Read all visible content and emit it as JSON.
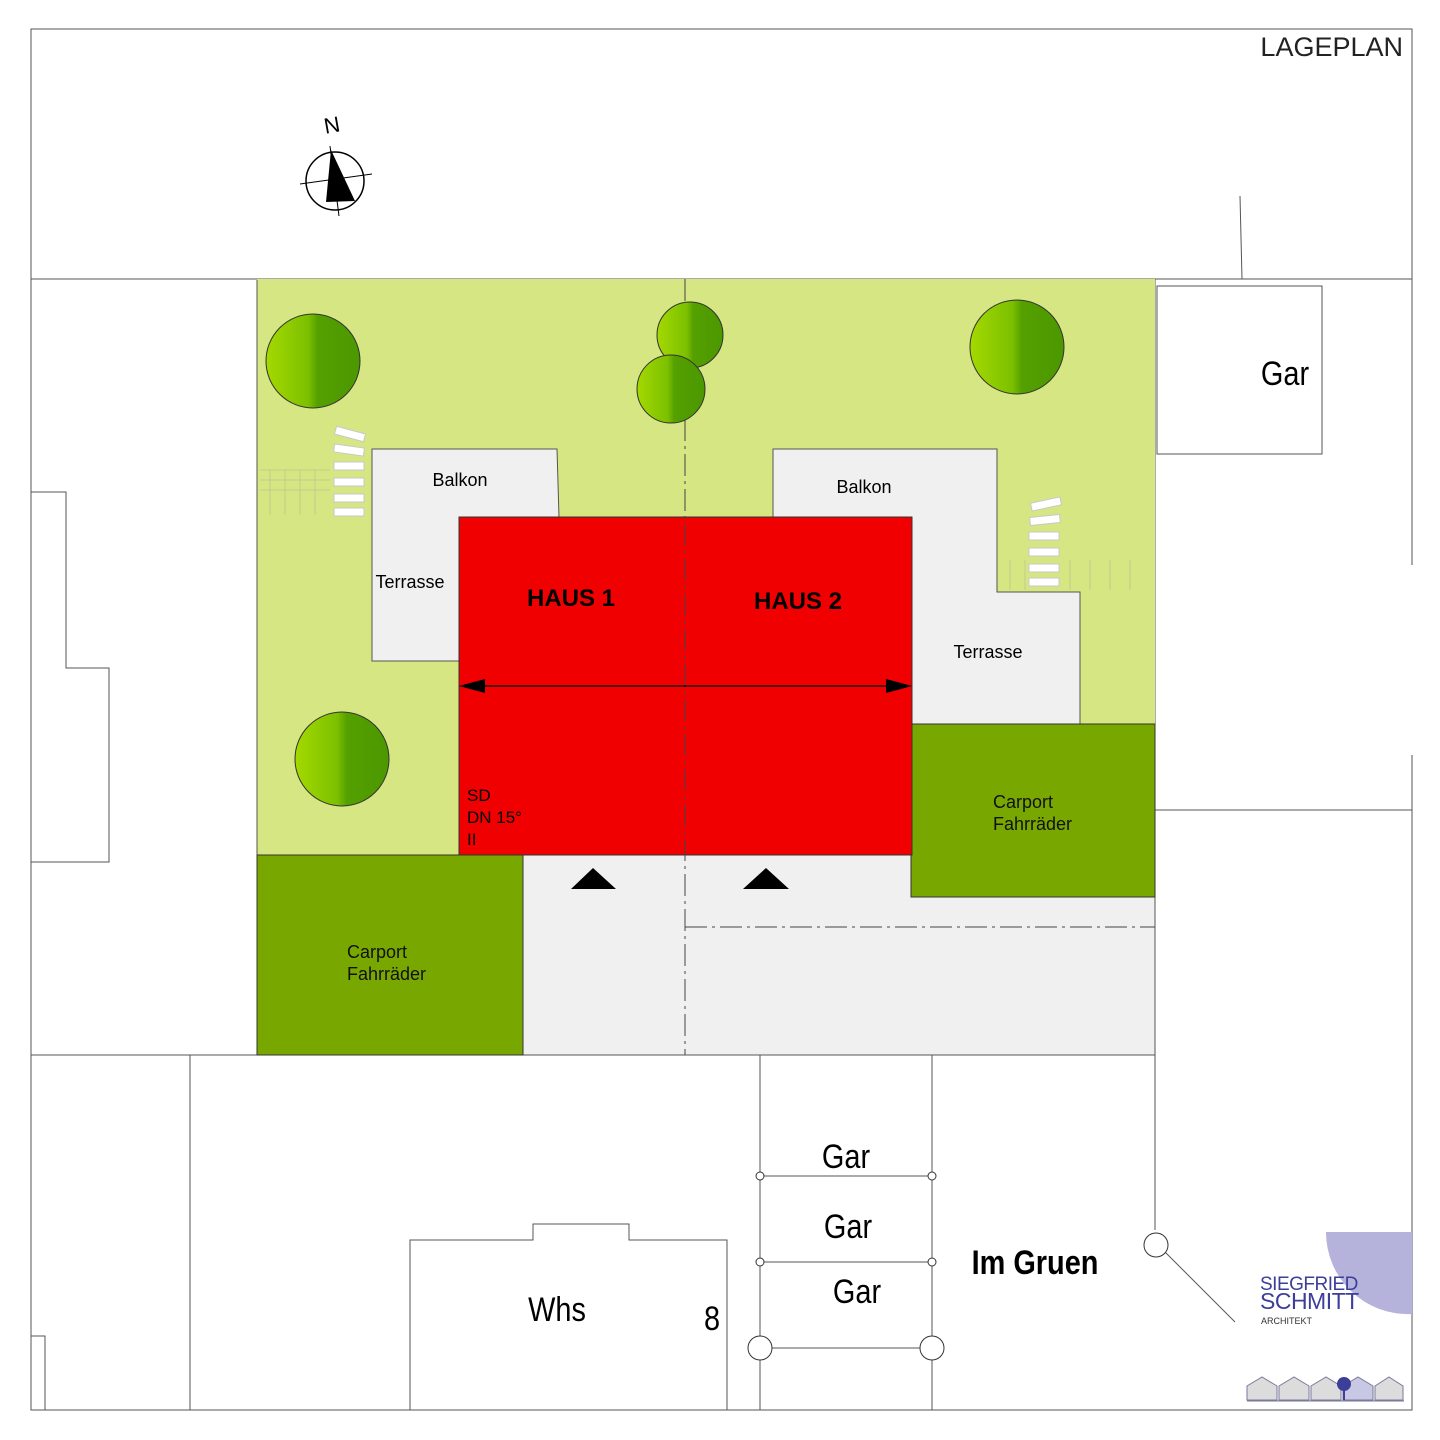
{
  "title": "LAGEPLAN",
  "north_label": "N",
  "buildings": {
    "haus1": "HAUS 1",
    "haus2": "HAUS 2",
    "roof_type": "SD",
    "roof_pitch": "DN 15°",
    "floors": "II"
  },
  "labels": {
    "balkon_left": "Balkon",
    "balkon_right": "Balkon",
    "terrasse_left": "Terrasse",
    "terrasse_right": "Terrasse",
    "carport_left_1": "Carport",
    "carport_left_2": "Fahrräder",
    "carport_right_1": "Carport",
    "carport_right_2": "Fahrräder",
    "gar_top_right": "Gar",
    "gar_bottom_1": "Gar",
    "gar_bottom_2": "Gar",
    "gar_bottom_3": "Gar",
    "whs": "Whs",
    "house_number": "8",
    "street": "Im Gruen"
  },
  "architect": {
    "first_name": "SIEGFRIED",
    "last_name": "SCHMITT",
    "role": "ARCHITEKT"
  },
  "colors": {
    "house": "#f00000",
    "garden": "#d6e683",
    "carport": "#78a800",
    "paving": "#f0f0f0",
    "tree_light": "#96d200",
    "tree_dark": "#4a9a00",
    "logo_accent": "#b5b2dc",
    "logo_text": "#3b3f9a"
  }
}
